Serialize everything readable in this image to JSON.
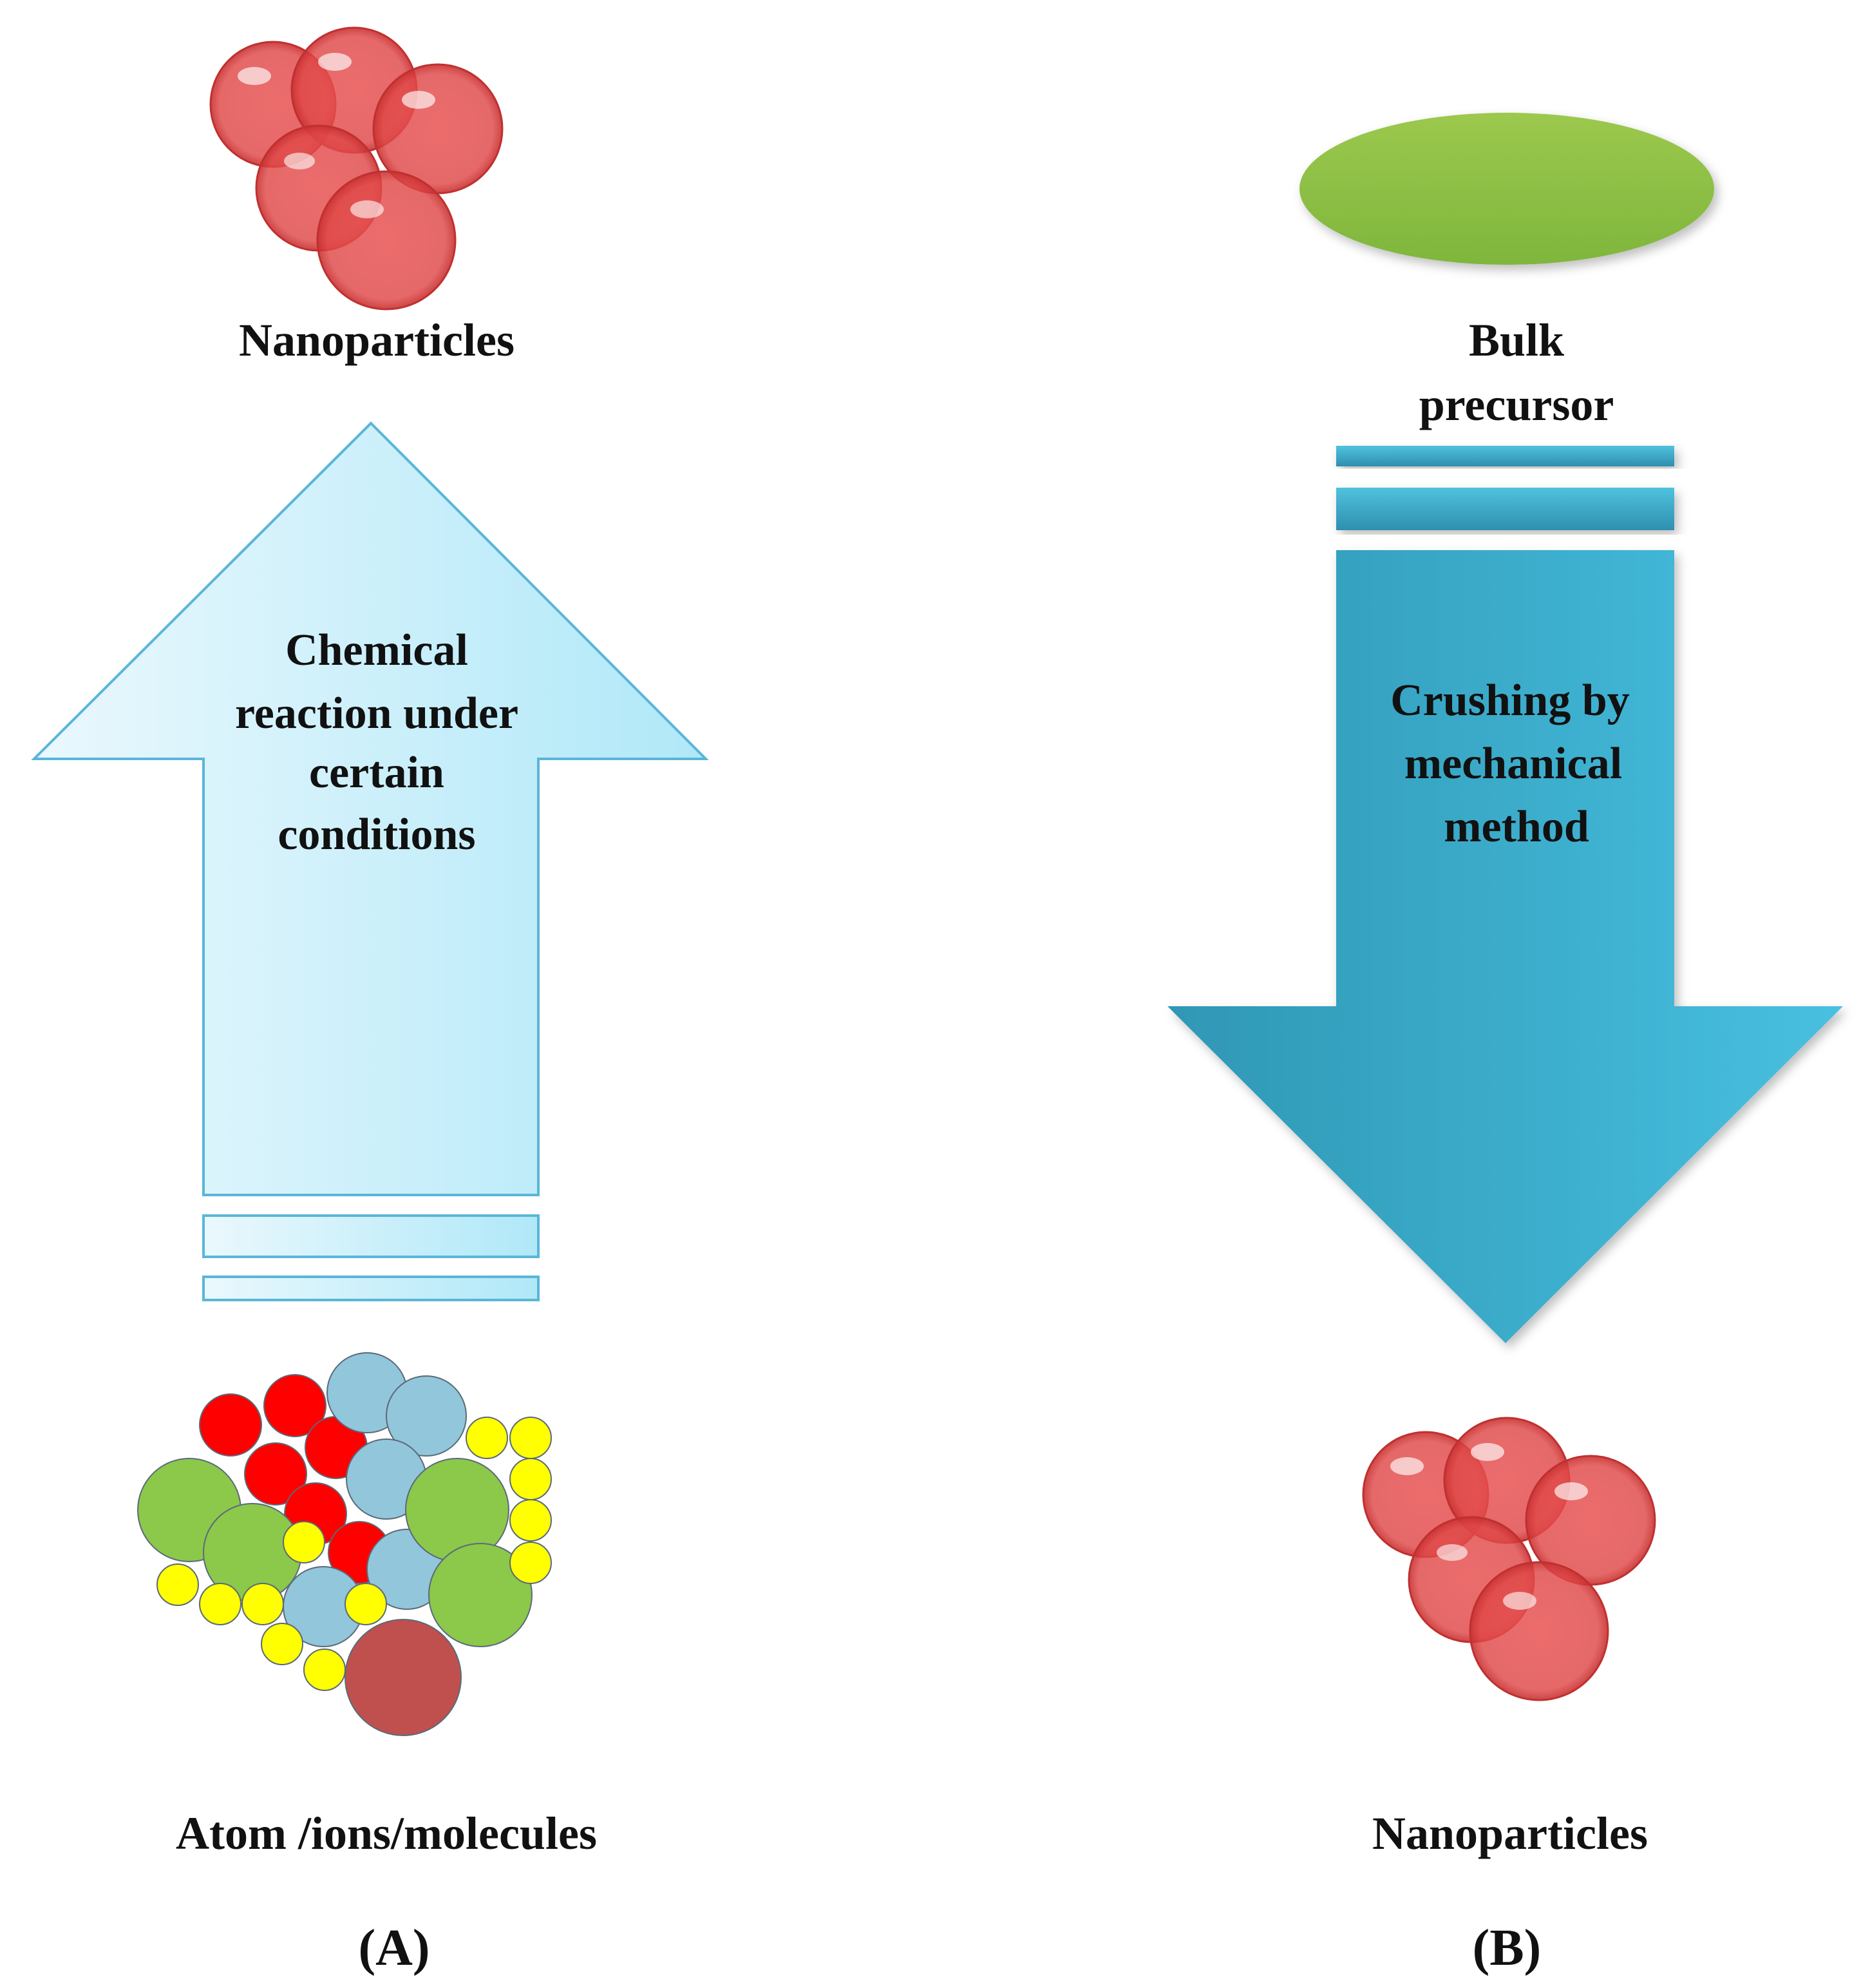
{
  "panel_a": {
    "top_label": "Nanoparticles",
    "arrow_text": [
      "Chemical",
      "reaction under",
      "certain",
      "conditions"
    ],
    "bottom_label": "Atom /ions/molecules",
    "panel_label": "(A)",
    "colors": {
      "arrow_light": "#eaf8fd",
      "arrow_dark": "#b0e8f8",
      "arrow_stroke": "#5ab6d8"
    }
  },
  "panel_b": {
    "top_label_lines": [
      "Bulk",
      "precursor"
    ],
    "arrow_text": [
      "Crushing by",
      "mechanical",
      "method"
    ],
    "bottom_label": "Nanoparticles",
    "panel_label": "(B)",
    "colors": {
      "arrow_dark": "#2f97b5",
      "arrow_light": "#48c0e0",
      "ellipse": "#8cc04a"
    }
  },
  "colors": {
    "nanoparticle": "#e84848",
    "red_atom": "#ff0000",
    "blue_atom": "#92c6da",
    "green_atom": "#8cc84a",
    "yellow_atom": "#ffff00",
    "dark_red_atom": "#c0504d"
  }
}
